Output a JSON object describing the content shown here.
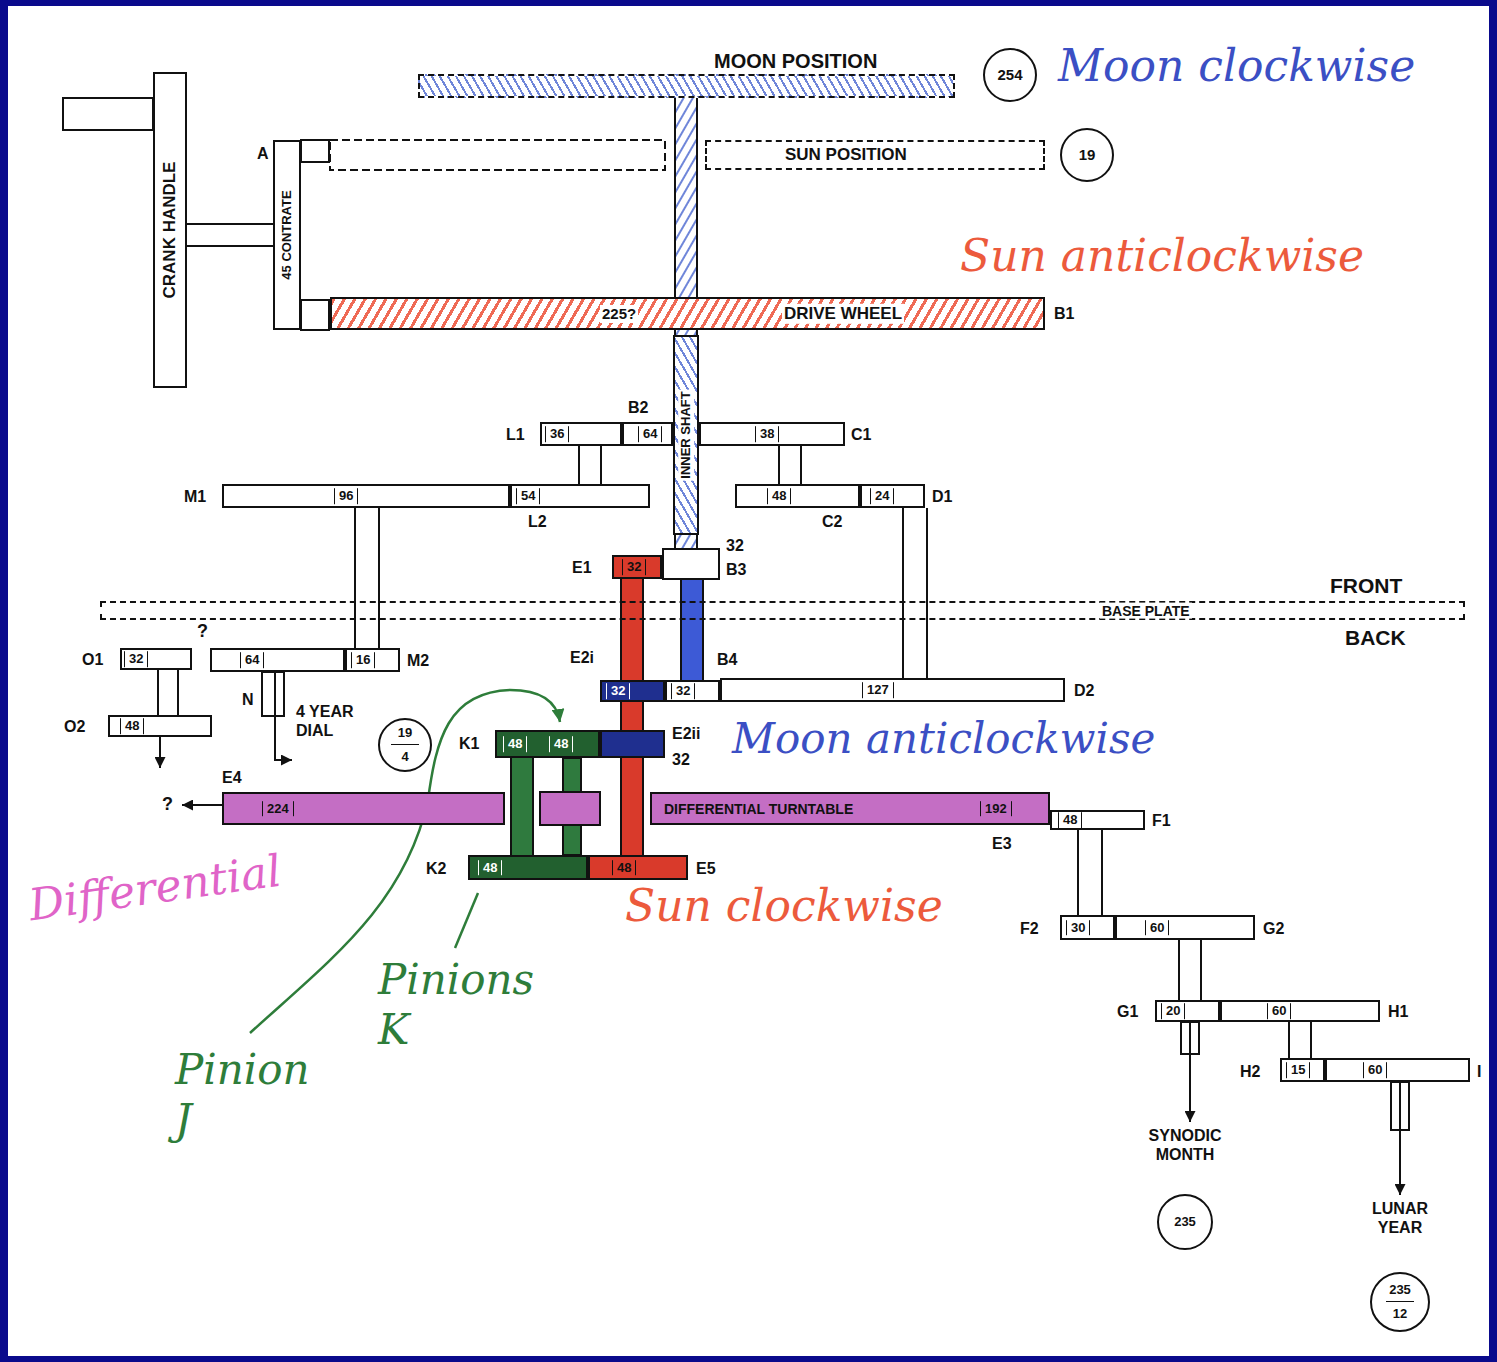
{
  "diagram": {
    "nodes": [
      {
        "text": [
          "MOON POSITION"
        ]
      },
      {
        "text": [
          "254"
        ]
      },
      {
        "text": [
          "SUN POSITION"
        ]
      },
      {
        "text": [
          "19"
        ]
      },
      {
        "text": [
          "CRANK HANDLE"
        ]
      },
      {
        "text": [
          "A",
          "45 CONTRATE"
        ]
      },
      {
        "text": [
          "225?",
          "DRIVE WHEEL",
          "B1"
        ]
      },
      {
        "text": [
          "INNER SHAFT"
        ]
      },
      {
        "text": [
          "L1",
          "36"
        ]
      },
      {
        "text": [
          "B2",
          "64"
        ]
      },
      {
        "text": [
          "38",
          "C1"
        ]
      },
      {
        "text": [
          "M1",
          "96"
        ]
      },
      {
        "text": [
          "54",
          "L2"
        ]
      },
      {
        "text": [
          "48",
          "C2"
        ]
      },
      {
        "text": [
          "24",
          "D1"
        ]
      },
      {
        "text": [
          "E1",
          "32"
        ]
      },
      {
        "text": [
          "32",
          "B3"
        ]
      },
      {
        "text": [
          "BASE PLATE"
        ]
      },
      {
        "text": [
          "O1",
          "32"
        ]
      },
      {
        "text": [
          "64",
          "N"
        ]
      },
      {
        "text": [
          "16",
          "M2"
        ]
      },
      {
        "text": [
          "O2",
          "48"
        ]
      },
      {
        "text": [
          "4 YEAR DIAL",
          "19",
          "4"
        ]
      },
      {
        "text": [
          "E2i",
          "32"
        ]
      },
      {
        "text": [
          "B4",
          "32"
        ]
      },
      {
        "text": [
          "127",
          "D2"
        ]
      },
      {
        "text": [
          "K1",
          "48",
          "48"
        ]
      },
      {
        "text": [
          "E2ii",
          "32"
        ]
      },
      {
        "text": [
          "E4",
          "224"
        ]
      },
      {
        "text": [
          "DIFFERENTIAL TURNTABLE",
          "192",
          "E3"
        ]
      },
      {
        "text": [
          "48",
          "F1"
        ]
      },
      {
        "text": [
          "K2",
          "48"
        ]
      },
      {
        "text": [
          "48",
          "E5"
        ]
      },
      {
        "text": [
          "F2",
          "30"
        ]
      },
      {
        "text": [
          "60",
          "G2"
        ]
      },
      {
        "text": [
          "G1",
          "20"
        ]
      },
      {
        "text": [
          "60",
          "H1"
        ]
      },
      {
        "text": [
          "H2",
          "15"
        ]
      },
      {
        "text": [
          "60",
          "I"
        ]
      },
      {
        "text": [
          "SYNODIC MONTH",
          "235"
        ]
      },
      {
        "text": [
          "LUNAR YEAR",
          "235",
          "12"
        ]
      }
    ],
    "edges": [
      {
        "from": 4,
        "to": 5,
        "arrow": "none"
      },
      {
        "from": 8,
        "to": 12,
        "arrow": "none"
      },
      {
        "from": 10,
        "to": 13,
        "arrow": "none"
      },
      {
        "from": 11,
        "to": 20,
        "arrow": "none"
      },
      {
        "from": 14,
        "to": 25,
        "arrow": "none"
      },
      {
        "from": 18,
        "to": 21,
        "arrow": "none"
      },
      {
        "from": 19,
        "to": 22,
        "arrow": "to"
      },
      {
        "from": 30,
        "to": 33,
        "arrow": "none"
      },
      {
        "from": 34,
        "to": 35,
        "arrow": "none"
      },
      {
        "from": 36,
        "to": 37,
        "arrow": "none"
      },
      {
        "from": 35,
        "to": 39,
        "arrow": "to"
      },
      {
        "from": 38,
        "to": 40,
        "arrow": "to"
      },
      {
        "from": 15,
        "to": 32,
        "arrow": "none"
      },
      {
        "from": 16,
        "to": 24,
        "arrow": "none"
      },
      {
        "from": 26,
        "to": 31,
        "arrow": "none"
      },
      {
        "from": 0,
        "to": 7,
        "arrow": "none"
      },
      {
        "from": 7,
        "to": 16,
        "arrow": "none"
      }
    ],
    "labels": [
      "FRONT",
      "BACK",
      "?",
      "?",
      "Moon clockwise",
      "Sun anticlockwise",
      "Moon anticlockwise",
      "Sun clockwise",
      "Differential",
      "Pinion J",
      "Pinions K"
    ]
  }
}
